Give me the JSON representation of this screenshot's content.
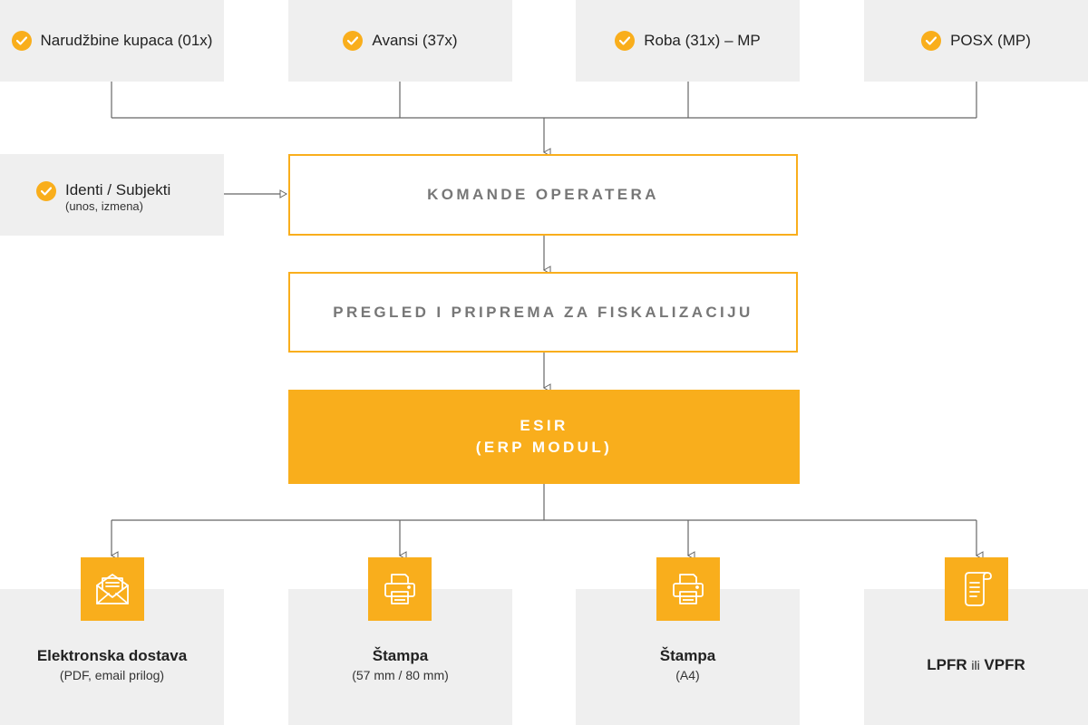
{
  "inputs": [
    {
      "label": "Narudžbine kupaca (01x)"
    },
    {
      "label": "Avansi (37x)"
    },
    {
      "label": "Roba (31x) – MP"
    },
    {
      "label": "POSX (MP)"
    }
  ],
  "side_input": {
    "title": "Identi / Subjekti",
    "subtitle": "(unos, izmena)"
  },
  "operator_commands": "KOMANDE OPERATERA",
  "review_step": "PREGLED I PRIPREMA ZA FISKALIZACIJU",
  "esir": {
    "line1": "ESIR",
    "line2": "(ERP MODUL)"
  },
  "outputs": [
    {
      "title": "Elektronska dostava",
      "subtitle": "(PDF, email prilog)",
      "icon": "envelope-document-icon"
    },
    {
      "title": "Štampa",
      "subtitle": "(57 mm / 80 mm)",
      "icon": "printer-icon"
    },
    {
      "title": "Štampa",
      "subtitle": "(A4)",
      "icon": "printer-icon"
    },
    {
      "title_a": "LPFR",
      "title_join": "ili",
      "title_b": "VPFR",
      "icon": "receipt-scroll-icon"
    }
  ],
  "colors": {
    "accent": "#f9ae1c",
    "panel": "#efefef",
    "muted_text": "#777777",
    "line": "#555555"
  }
}
